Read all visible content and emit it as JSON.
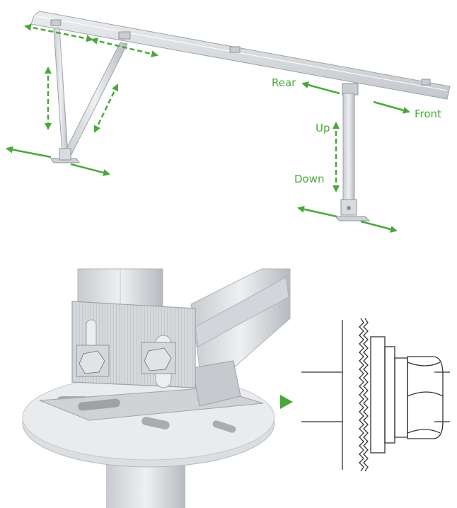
{
  "labels": {
    "rear": "Rear",
    "front": "Front",
    "up": "Up",
    "down": "Down"
  },
  "colors": {
    "arrow": "#4aa83a",
    "aluminium": "#dfe1e4",
    "aluminium_shade": "#b9bdc2",
    "line": "#333333"
  }
}
